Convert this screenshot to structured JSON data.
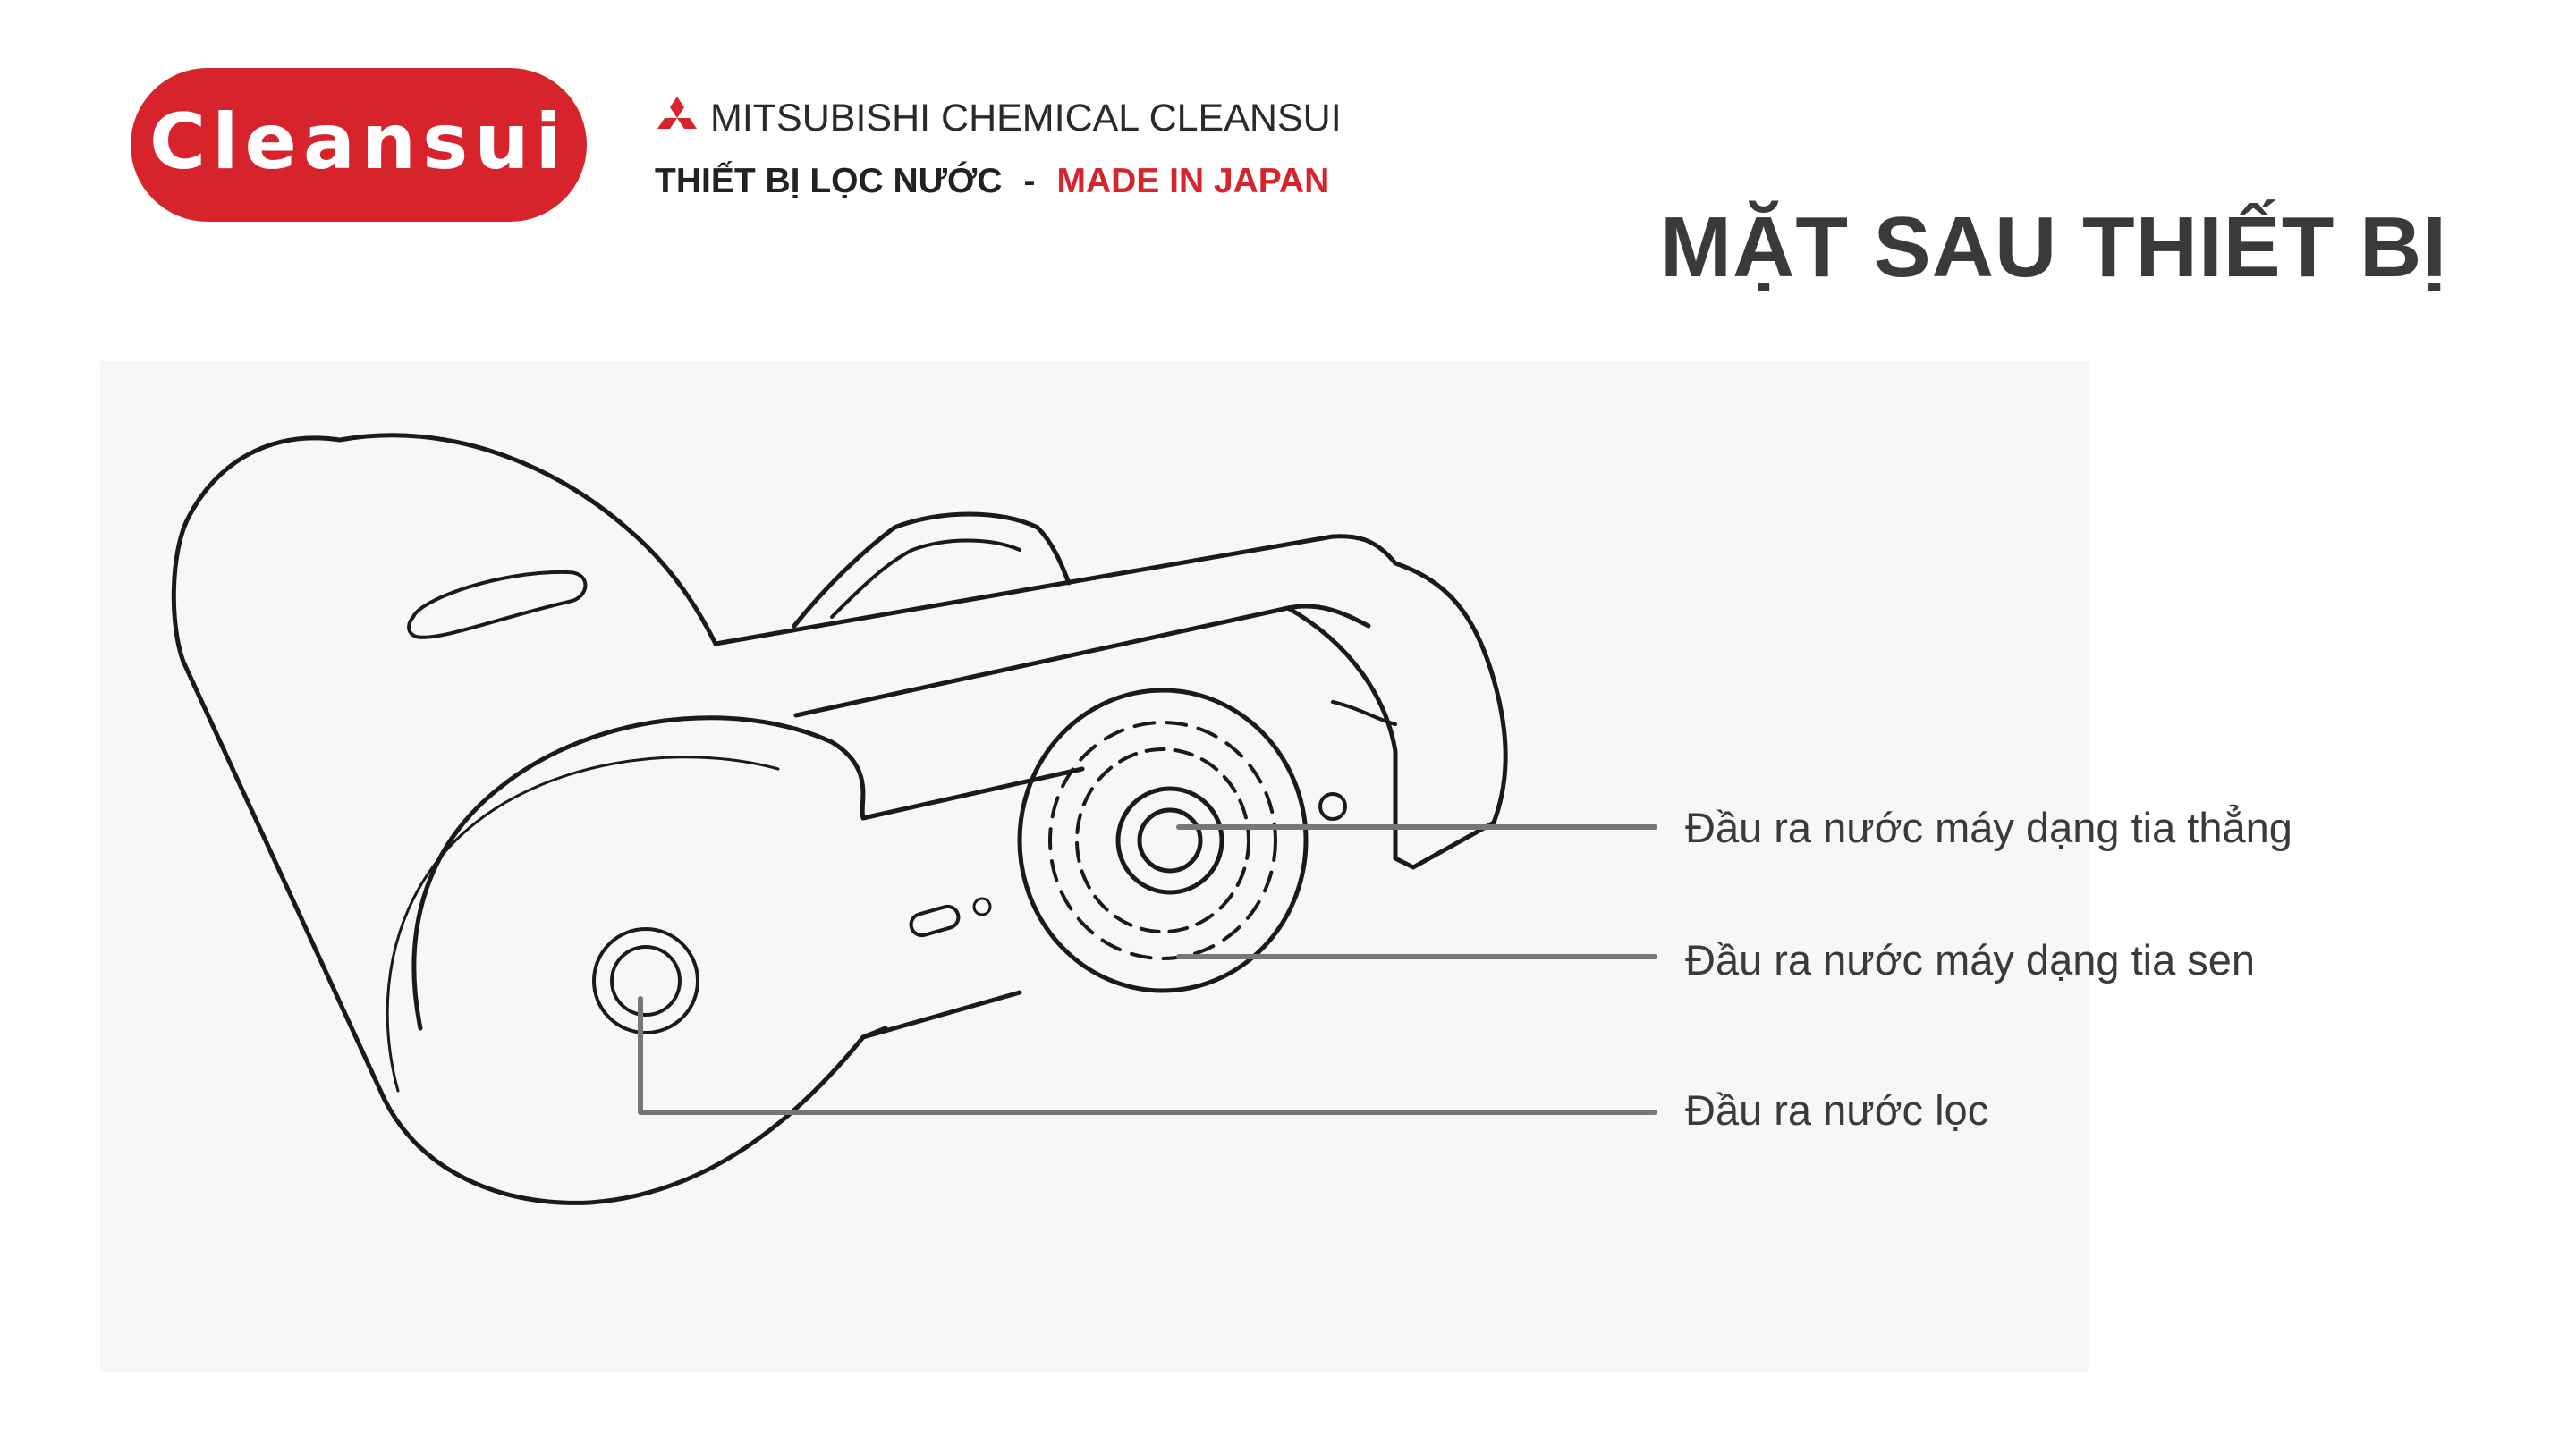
{
  "logo": {
    "text": "Cleansui",
    "color": "#d7242c"
  },
  "brand": {
    "icon": "mitsubishi-diamonds-icon",
    "name": "MITSUBISHI CHEMICAL CLEANSUI",
    "product": "THIẾT BỊ LỌC NƯỚC",
    "separator": "-",
    "origin": "MADE IN JAPAN",
    "origin_color": "#d7242c"
  },
  "title": "MẶT SAU THIẾT BỊ",
  "diagram": {
    "callouts": [
      {
        "label": "Đầu ra nước máy dạng tia thẳng"
      },
      {
        "label": "Đầu ra nước máy dạng tia sen"
      },
      {
        "label": "Đầu ra nước lọc"
      }
    ]
  }
}
